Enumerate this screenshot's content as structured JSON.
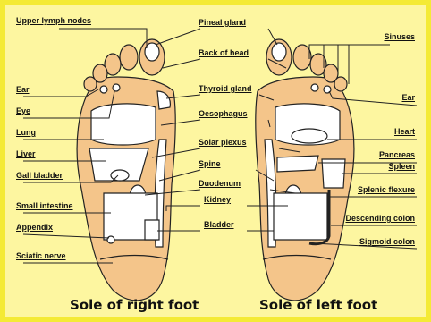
{
  "labels": {
    "upper_lymph_nodes": "Upper lymph nodes",
    "pineal_gland": "Pineal gland",
    "sinuses": "Sinuses",
    "back_of_head": "Back of head",
    "ear_left": "Ear",
    "ear_right": "Ear",
    "eye": "Eye",
    "thyroid_gland": "Thyroid gland",
    "oesophagus": "Oesophagus",
    "lung": "Lung",
    "heart": "Heart",
    "liver": "Liver",
    "solar_plexus": "Solar plexus",
    "pancreas": "Pancreas",
    "spine": "Spine",
    "spleen": "Spleen",
    "gall_bladder": "Gall bladder",
    "duodenum": "Duodenum",
    "splenic_flexure": "Splenic flexure",
    "kidney": "Kidney",
    "small_intestine": "Small intestine",
    "descending_colon": "Descending colon",
    "appendix": "Appendix",
    "bladder": "Bladder",
    "sigmoid_colon": "Sigmoid colon",
    "sciatic_nerve": "Sciatic nerve"
  },
  "captions": {
    "right_foot": "Sole of right foot",
    "left_foot": "Sole of left foot"
  },
  "colors": {
    "background": "#fdf6a0",
    "border": "#f4ea35",
    "skin": "#f4c58a",
    "zone": "#ffffff",
    "outline": "#222222"
  }
}
